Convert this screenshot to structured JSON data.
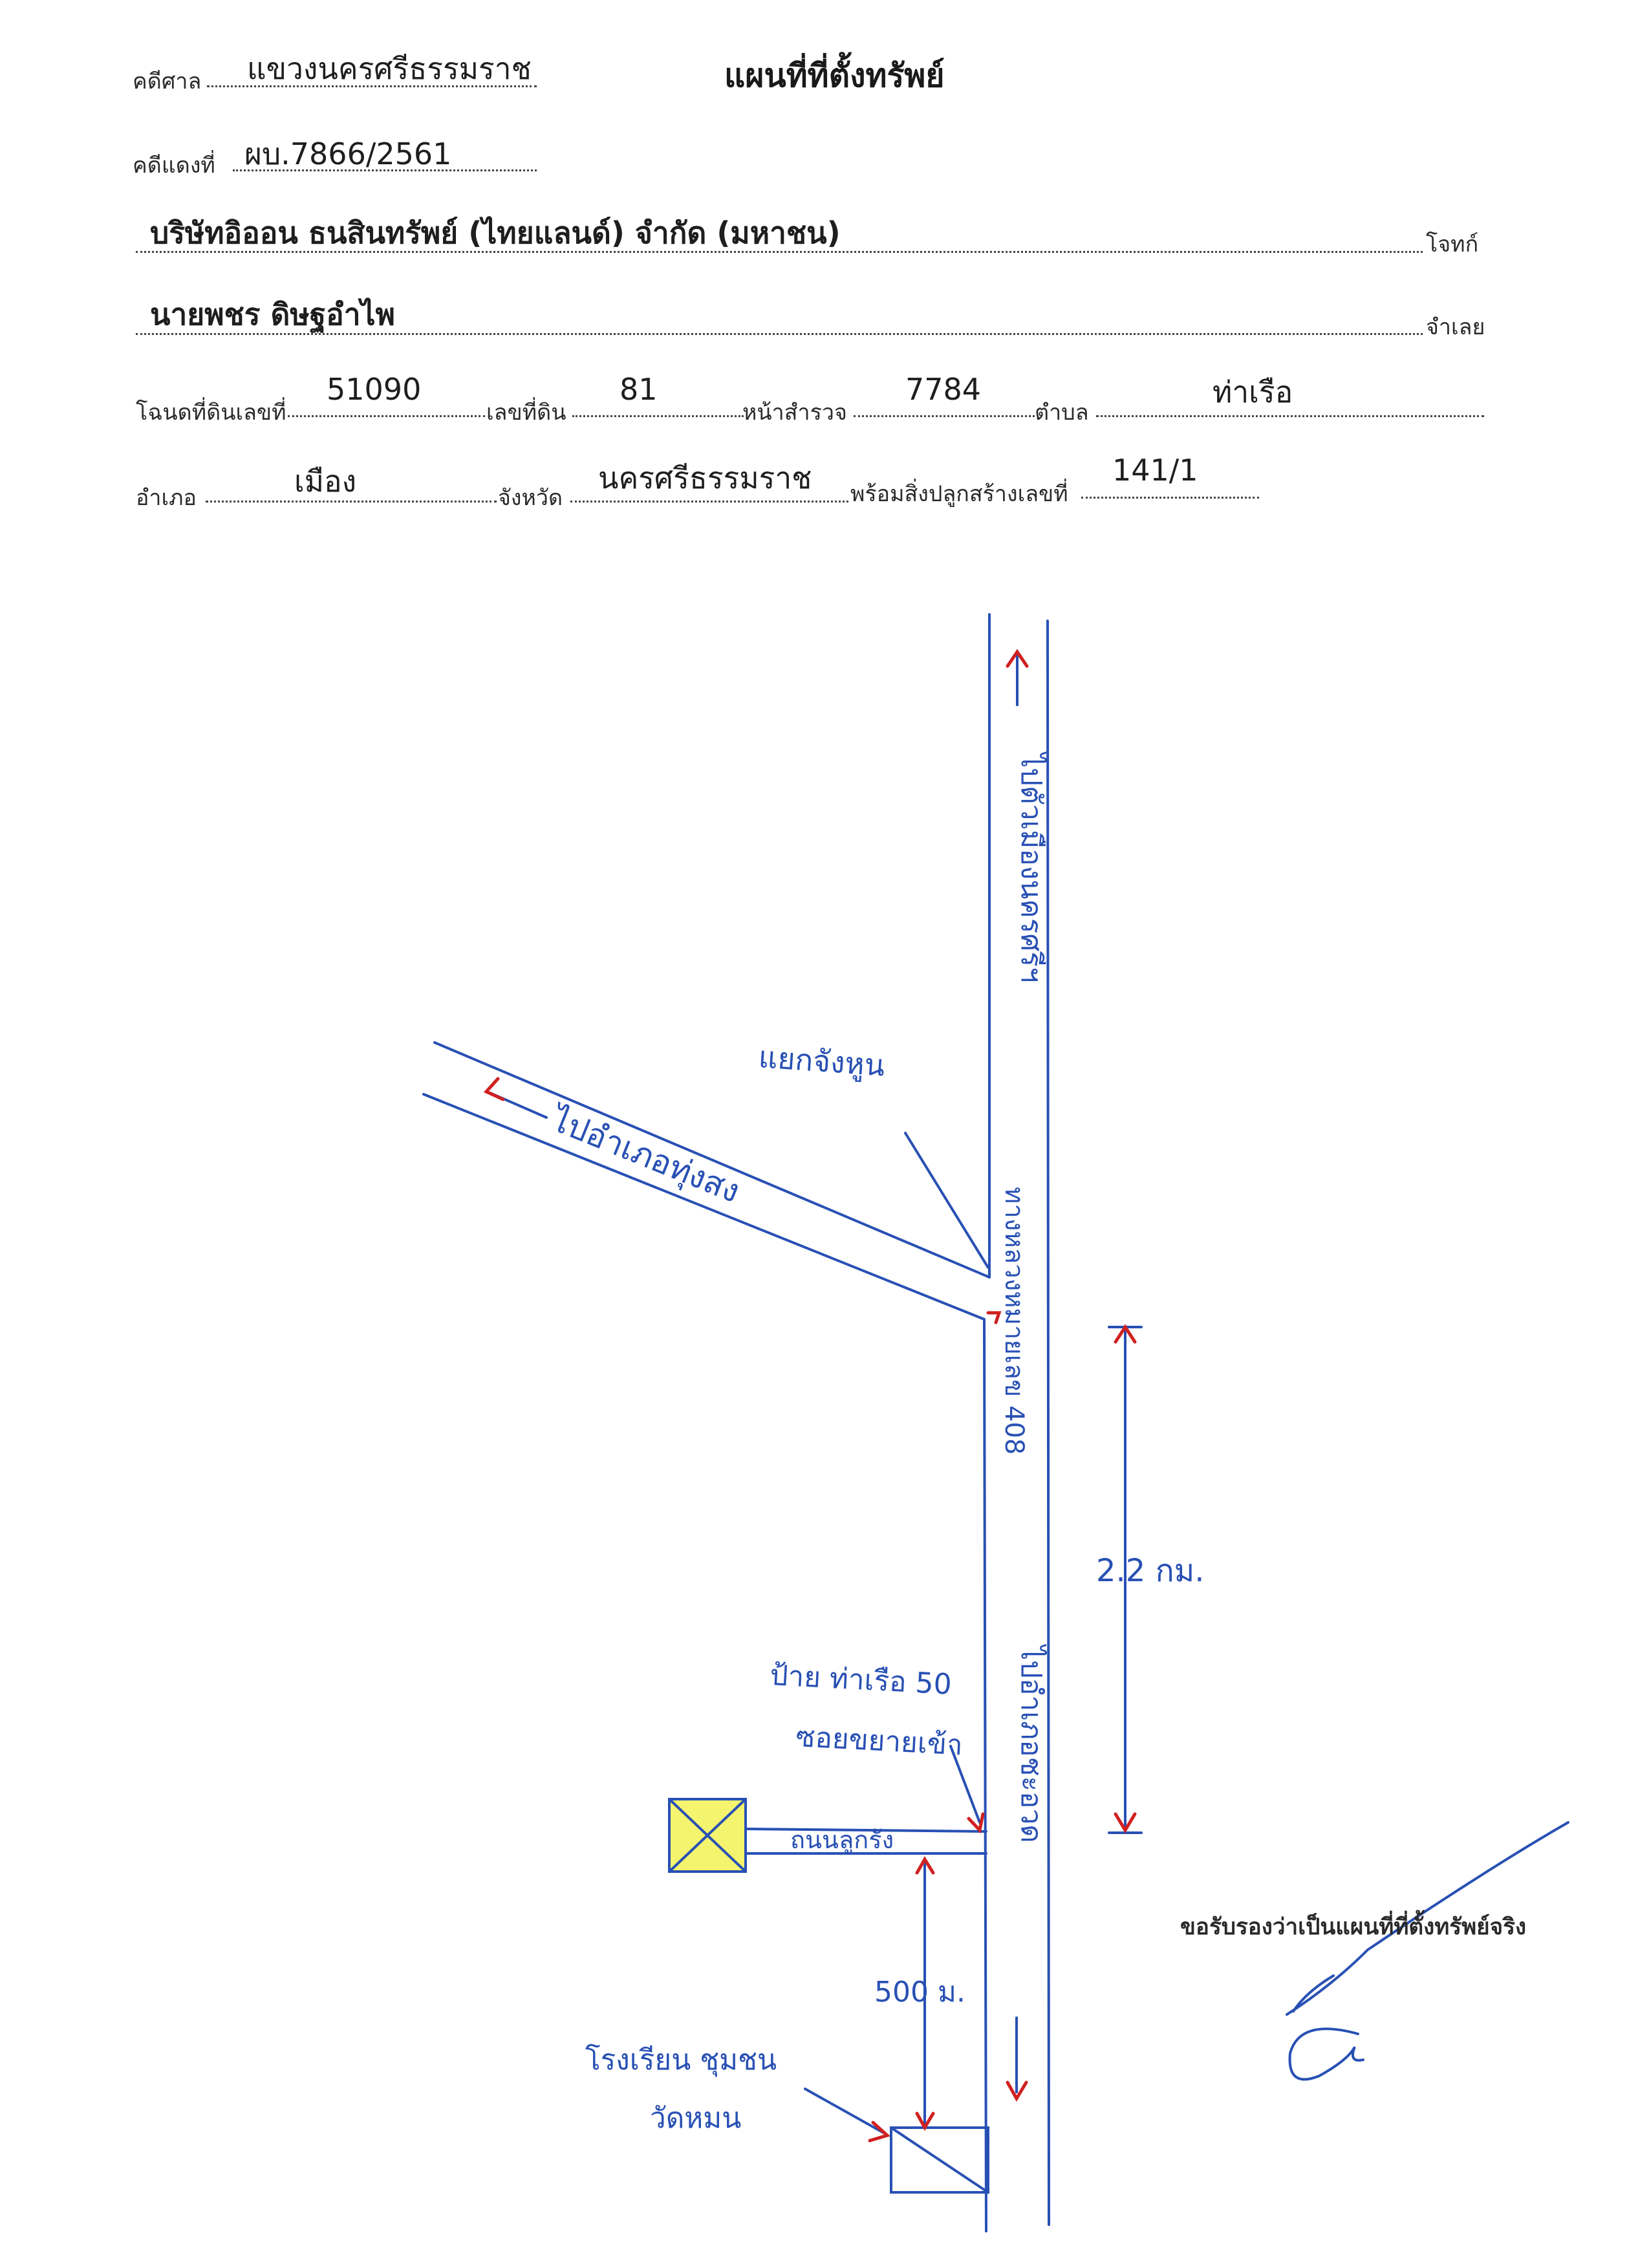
{
  "header": {
    "court_label": "คดีศาล",
    "court_value": "แขวงนครศรีธรรมราช",
    "title": "แผนที่ที่ตั้งทรัพย์",
    "case_label": "คดีแดงที่",
    "case_value": "ผบ.7866/2561"
  },
  "parties": {
    "plaintiff_value": "บริษัทอิออน ธนสินทรัพย์ (ไทยแลนด์) จำกัด (มหาชน)",
    "plaintiff_label": "โจทก์",
    "defendant_value": "นายพชร ดิษฐอำไพ",
    "defendant_label": "จำเลย"
  },
  "property": {
    "deed_label": "โฉนดที่ดินเลขที่",
    "deed_value": "51090",
    "land_no_label": "เลขที่ดิน",
    "land_no_value": "81",
    "survey_label": "หน้าสำรวจ",
    "survey_value": "7784",
    "subdistrict_label": "ตำบล",
    "subdistrict_value": "ท่าเรือ",
    "district_label": "อำเภอ",
    "district_value": "เมือง",
    "province_label": "จังหวัด",
    "province_value": "นครศรีธรรมราช",
    "building_label": "พร้อมสิ่งปลูกสร้างเลขที่",
    "building_value": "141/1"
  },
  "map": {
    "to_city": "ไปตัวเมืองนครศรีฯ",
    "junction": "แยกจังหูน",
    "to_thung_song": "ไปอำเภอทุ่งสง",
    "highway": "ทางหลวงหมายเลข 408",
    "distance_main": "2.2 กม.",
    "sign_line1": "ป้าย ท่าเรือ 50",
    "sign_line2": "ซอยขยายเข้า",
    "side_road": "ถนนลูกรัง",
    "to_cha_uat": "ไปอำเภอชะอวด",
    "distance_side": "500 ม.",
    "school_line1": "โรงเรียน ชุมชน",
    "school_line2": "วัดหมน"
  },
  "certification": {
    "text": "ขอรับรองว่าเป็นแผนที่ที่ตั้งทรัพย์จริง"
  },
  "colors": {
    "ink_blue": "#2850b4",
    "arrow_red": "#d02020",
    "property_fill": "#f4f46e"
  }
}
